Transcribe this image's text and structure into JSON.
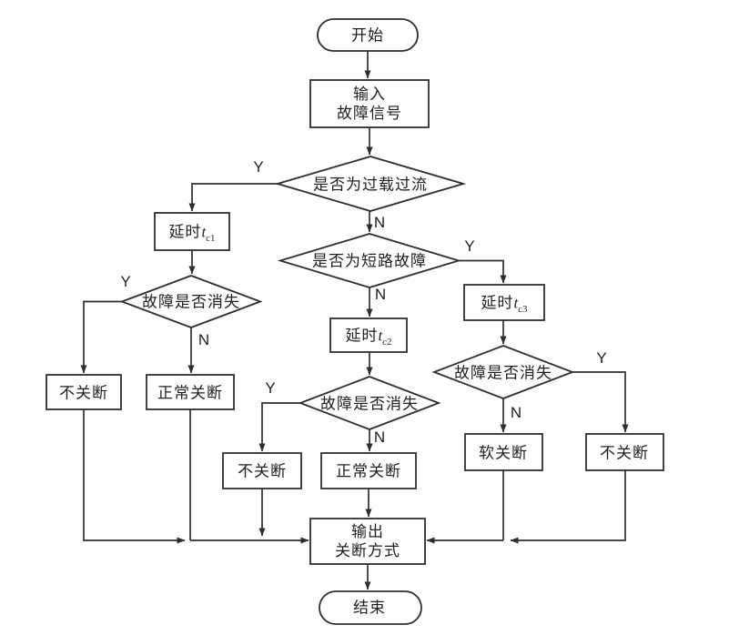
{
  "diagram_type": "flowchart",
  "language": "zh-CN",
  "colors": {
    "background": "#ffffff",
    "line": "#2e2e2e",
    "shape_fill": "#ffffff",
    "text": "#1f1f1f"
  },
  "nodes": {
    "start": {
      "label": "开始",
      "shape": "terminator"
    },
    "input": {
      "line1": "输入",
      "line2": "故障信号",
      "shape": "process"
    },
    "d_overload": {
      "label": "是否为过载过流",
      "shape": "decision"
    },
    "d_short": {
      "label": "是否为短路故障",
      "shape": "decision"
    },
    "delay1": {
      "prefix": "延时",
      "var": "t",
      "sub": "c1",
      "shape": "process"
    },
    "delay2": {
      "prefix": "延时",
      "var": "t",
      "sub": "c2",
      "shape": "process"
    },
    "delay3": {
      "prefix": "延时",
      "var": "t",
      "sub": "c3",
      "shape": "process"
    },
    "d_fault_left": {
      "label": "故障是否消失",
      "shape": "decision"
    },
    "d_fault_mid": {
      "label": "故障是否消失",
      "shape": "decision"
    },
    "d_fault_right": {
      "label": "故障是否消失",
      "shape": "decision"
    },
    "no_off_left": {
      "label": "不关断",
      "shape": "process"
    },
    "normal_off_left": {
      "label": "正常关断",
      "shape": "process"
    },
    "no_off_mid": {
      "label": "不关断",
      "shape": "process"
    },
    "normal_off_mid": {
      "label": "正常关断",
      "shape": "process"
    },
    "soft_off": {
      "label": "软关断",
      "shape": "process"
    },
    "no_off_right": {
      "label": "不关断",
      "shape": "process"
    },
    "output": {
      "line1": "输出",
      "line2": "关断方式",
      "shape": "process"
    },
    "end": {
      "label": "结束",
      "shape": "terminator"
    }
  },
  "edge_labels": {
    "d_overload_yes": "Y",
    "d_overload_no": "N",
    "d_short_yes": "Y",
    "d_short_no": "N",
    "d_fault_left_yes": "Y",
    "d_fault_left_no": "N",
    "d_fault_mid_yes": "Y",
    "d_fault_mid_no": "N",
    "d_fault_right_yes": "Y",
    "d_fault_right_no": "N"
  }
}
